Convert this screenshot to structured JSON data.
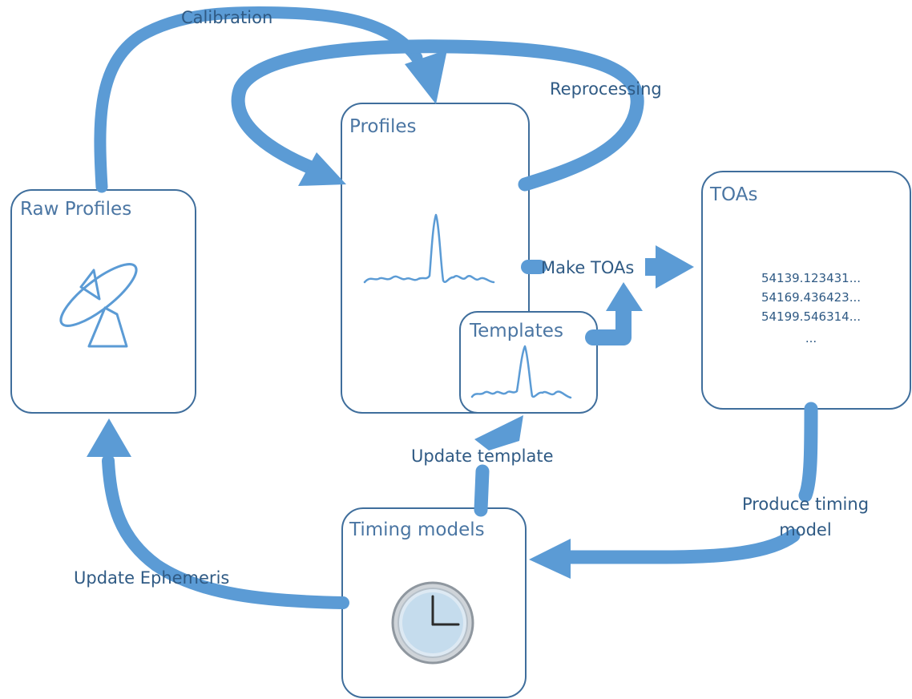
{
  "nodes": {
    "raw_profiles": {
      "title": "Raw Profiles",
      "icon": "satellite-dish-icon"
    },
    "profiles": {
      "title": "Profiles",
      "icon": "pulse-profile-icon"
    },
    "templates": {
      "title": "Templates",
      "icon": "pulse-profile-icon"
    },
    "toas": {
      "title": "TOAs",
      "lines": [
        "54139.123431...",
        "54169.436423...",
        "54199.546314...",
        "..."
      ]
    },
    "timing_models": {
      "title": "Timing models",
      "icon": "clock-icon"
    }
  },
  "edges": {
    "calibration": "Calibration",
    "reprocessing": "Reprocessing",
    "make_toas": "Make TOAs",
    "update_template": "Update template",
    "produce_timing_model": [
      "Produce timing",
      "model"
    ],
    "update_ephemeris": "Update Ephemeris"
  },
  "colors": {
    "arrow": "#5b9bd5",
    "box_border": "#3f6e9c",
    "box_title": "#4b76a3",
    "label_text": "#2f5a84"
  }
}
